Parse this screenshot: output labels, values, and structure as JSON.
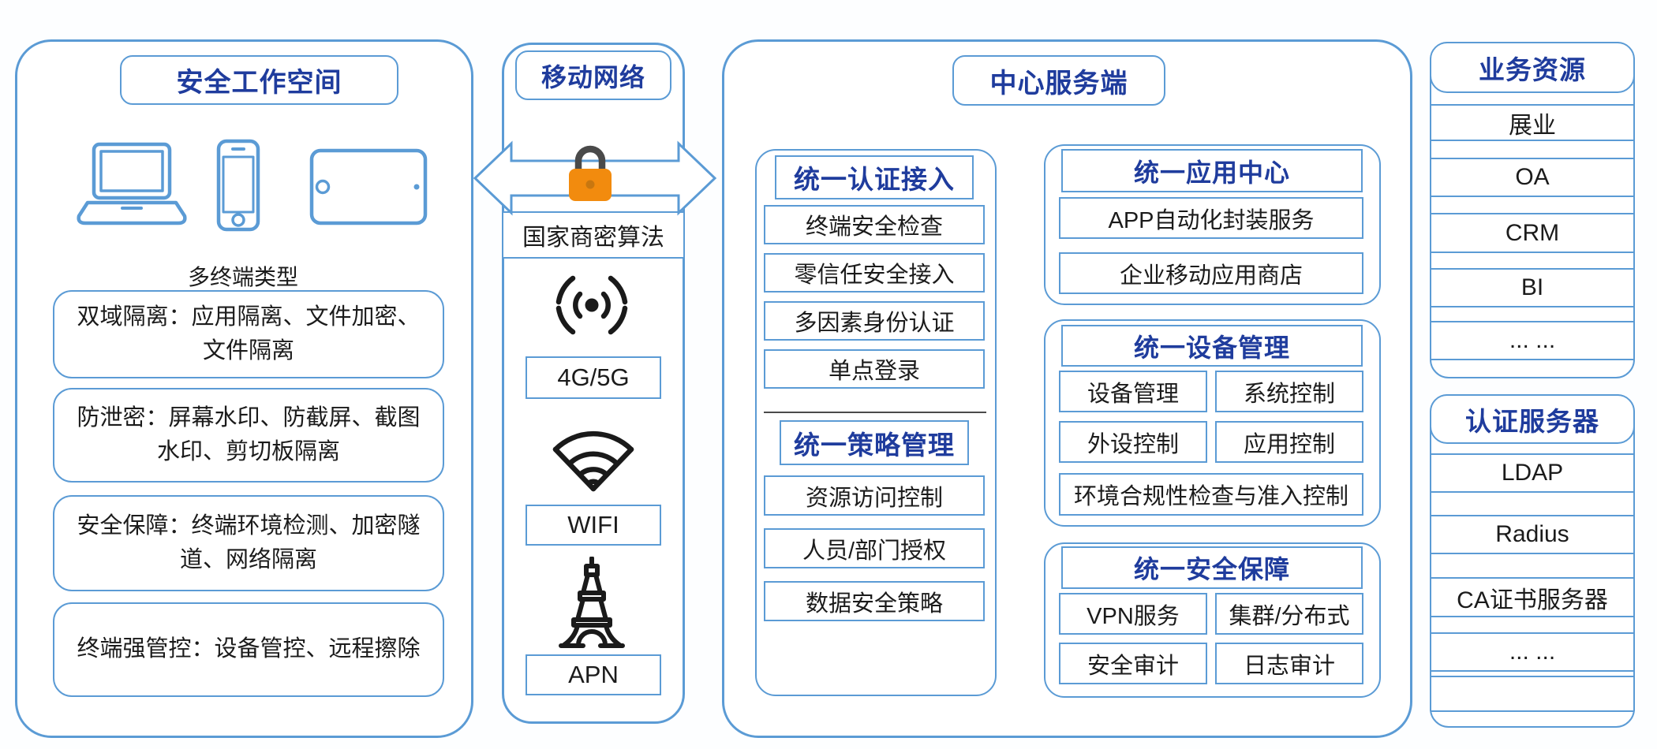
{
  "colors": {
    "border_blue": "#5B9BD5",
    "title_navy": "#1F3C9D",
    "text_black": "#1b1b1b",
    "lock_body_orange": "#F28B0E",
    "lock_shackle_gray": "#4A4A4A"
  },
  "workspace": {
    "title": "安全工作空间",
    "devices_label": "多终端类型",
    "device_icons": [
      "laptop-icon",
      "smartphone-icon",
      "tablet-icon"
    ],
    "features": [
      "双域隔离：应用隔离、文件加密、文件隔离",
      "防泄密：屏幕水印、防截屏、截图水印、剪切板隔离",
      "安全保障：终端环境检测、加密隧道、网络隔离",
      "终端强管控：设备管控、远程擦除"
    ]
  },
  "mobile_network": {
    "title": "移动网络",
    "encryption_label": "国家商密算法",
    "lock_icon": "lock-icon",
    "links": [
      {
        "icon": "cellular-signal-icon",
        "label": "4G/5G"
      },
      {
        "icon": "wifi-icon",
        "label": "WIFI"
      },
      {
        "icon": "signal-tower-icon",
        "label": "APN"
      }
    ]
  },
  "central_server": {
    "title": "中心服务端",
    "auth_access": {
      "title": "统一认证接入",
      "items": [
        "终端安全检查",
        "零信任安全接入",
        "多因素身份认证",
        "单点登录"
      ]
    },
    "policy": {
      "title": "统一策略管理",
      "items": [
        "资源访问控制",
        "人员/部门授权",
        "数据安全策略"
      ]
    },
    "app_center": {
      "title": "统一应用中心",
      "items": [
        "APP自动化封装服务",
        "企业移动应用商店"
      ]
    },
    "device_mgmt": {
      "title": "统一设备管理",
      "grid_items": [
        "设备管理",
        "系统控制",
        "外设控制",
        "应用控制"
      ],
      "full_item": "环境合规性检查与准入控制"
    },
    "security": {
      "title": "统一安全保障",
      "grid_items": [
        "VPN服务",
        "集群/分布式",
        "安全审计",
        "日志审计"
      ]
    }
  },
  "business_resources": {
    "title": "业务资源",
    "items": [
      "展业",
      "OA",
      "CRM",
      "BI",
      "... ..."
    ]
  },
  "auth_servers": {
    "title": "认证服务器",
    "items": [
      "LDAP",
      "Radius",
      "CA证书服务器",
      "... ..."
    ]
  }
}
